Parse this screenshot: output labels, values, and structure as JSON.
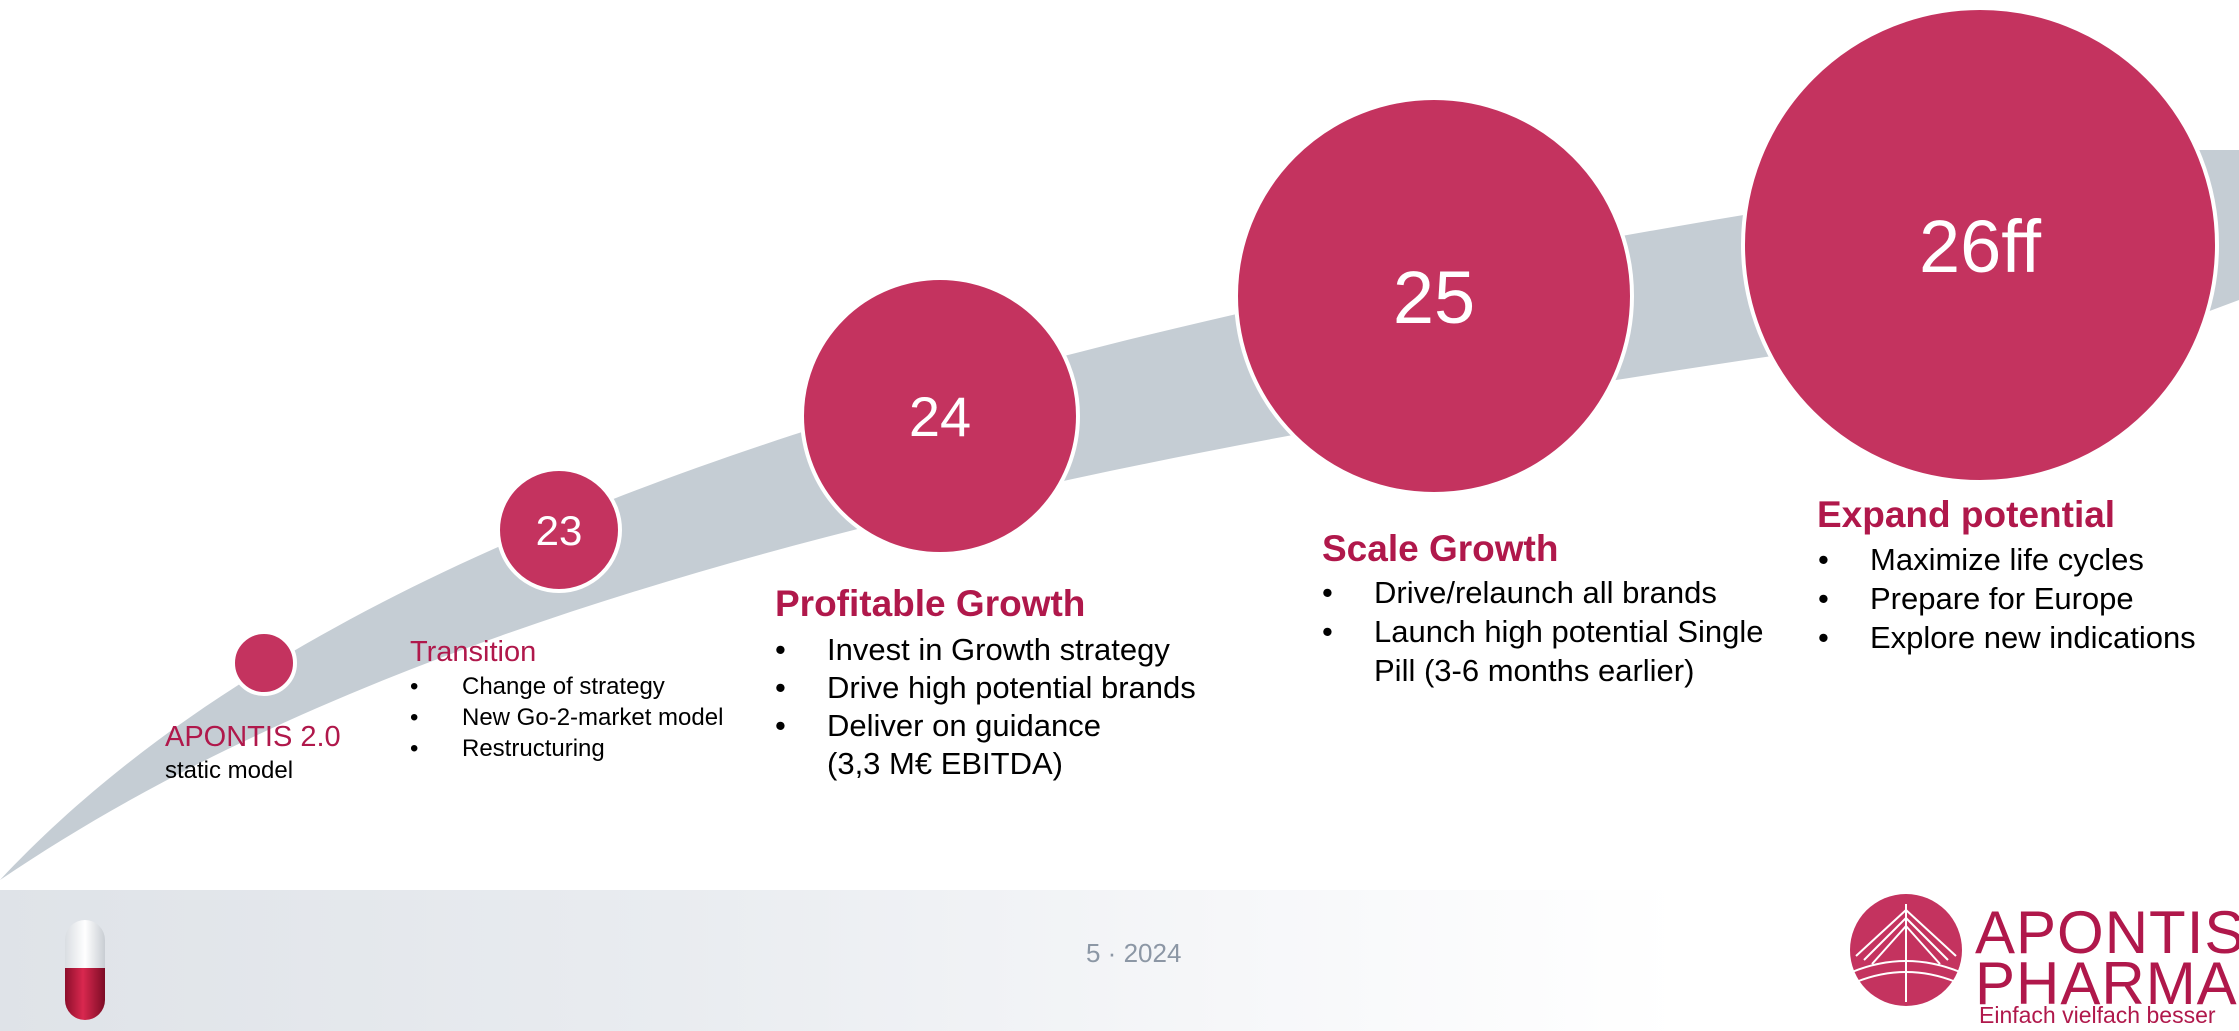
{
  "timeline": {
    "stages": [
      {
        "year": "",
        "title": "APONTIS 2.0",
        "subtitle": "static model",
        "bullets": []
      },
      {
        "year": "23",
        "title": "Transition",
        "bullets": [
          "Change of strategy",
          "New Go-2-market model",
          "Restructuring"
        ]
      },
      {
        "year": "24",
        "title": "Profitable Growth",
        "bullets": [
          "Invest in Growth strategy",
          "Drive high potential brands",
          "Deliver on guidance",
          "(3,3 M€ EBITDA)"
        ]
      },
      {
        "year": "25",
        "title": "Scale Growth",
        "bullets": [
          "Drive/relaunch all brands",
          "Launch high potential Single",
          "Pill (3-6 months earlier)"
        ]
      },
      {
        "year": "26ff",
        "title": "Expand potential",
        "bullets": [
          "Maximize life cycles",
          "Prepare for Europe",
          "Explore new indications"
        ]
      }
    ],
    "bullet_glyph": "•"
  },
  "footer": {
    "page": "5 · 2024"
  },
  "logo": {
    "line1": "APONTIS",
    "line2": "PHARMA",
    "tagline": "Einfach vielfach besser"
  },
  "colors": {
    "accent": "#c4335f",
    "title": "#b0184b",
    "arrow": "#c5cdd4"
  }
}
